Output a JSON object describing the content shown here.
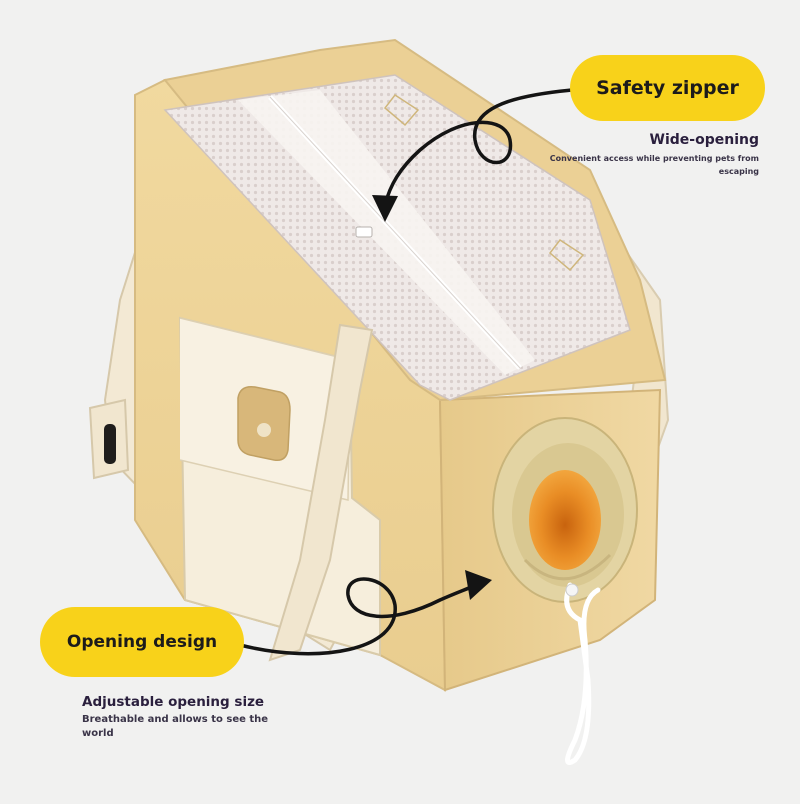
{
  "callouts": {
    "zipper": {
      "label": "Safety zipper",
      "heading": "Wide-opening",
      "description": "Convenient access while preventing pets from escaping"
    },
    "opening": {
      "label": "Opening design",
      "heading": "Adjustable opening size",
      "description": "Breathable and allows to see the world"
    }
  },
  "colors": {
    "background": "#f1f1f0",
    "callout_pill": "#f8d21a",
    "bag_body": "#ecd29a",
    "bag_shadow": "#d7b878",
    "strap": "#f1e6cf",
    "pocket": "#f5ecda",
    "mesh": "#ece6e3",
    "porthole": "#e98d25"
  }
}
